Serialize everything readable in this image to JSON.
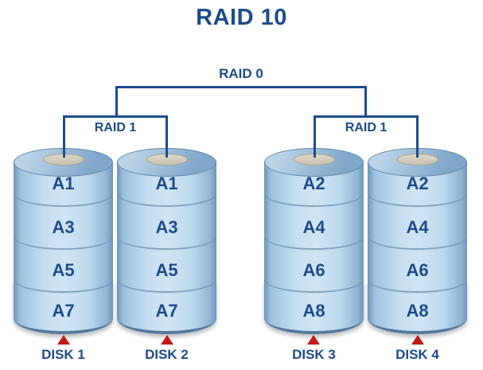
{
  "title": "RAID 10",
  "raid0": {
    "label": "RAID 0"
  },
  "raid1_left": {
    "label": "RAID 1"
  },
  "raid1_right": {
    "label": "RAID 1"
  },
  "disks": [
    {
      "name": "DISK 1",
      "blocks": [
        "A1",
        "A3",
        "A5",
        "A7"
      ]
    },
    {
      "name": "DISK 2",
      "blocks": [
        "A1",
        "A3",
        "A5",
        "A7"
      ]
    },
    {
      "name": "DISK 3",
      "blocks": [
        "A2",
        "A4",
        "A6",
        "A8"
      ]
    },
    {
      "name": "DISK 4",
      "blocks": [
        "A2",
        "A4",
        "A6",
        "A8"
      ]
    }
  ],
  "colors": {
    "label_navy": "#1d4b8a",
    "connector_navy": "#1f4b8e",
    "arrow_red": "#c41818",
    "disk_body_light_blue": "#c6dff1",
    "disk_body_edge_blue": "#6e96ba",
    "disk_top_blue": "#8fb2d0",
    "spindle_cap_gray": "#d5cfc1",
    "background": "#ffffff"
  }
}
